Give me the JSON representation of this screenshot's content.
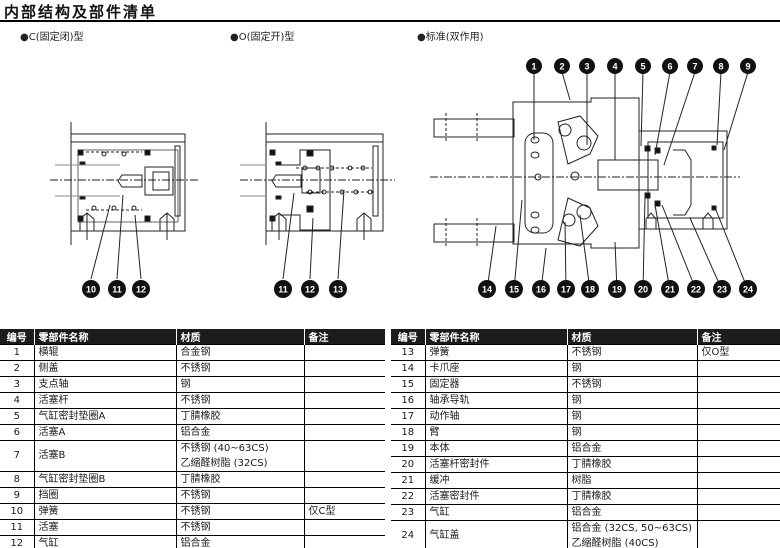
{
  "page_title": "内部结构及部件清单",
  "captions": {
    "c_type": "●C(固定闭)型",
    "o_type": "●O(固定开)型",
    "standard": "●标准(双作用)"
  },
  "diagram_callouts": {
    "c_type": [
      "10",
      "11",
      "12"
    ],
    "o_type": [
      "11",
      "12",
      "13"
    ],
    "standard_top": [
      "1",
      "2",
      "3",
      "4",
      "5",
      "6",
      "7",
      "8",
      "9"
    ],
    "standard_bottom": [
      "14",
      "15",
      "16",
      "17",
      "18",
      "19",
      "20",
      "21",
      "22",
      "23",
      "24"
    ]
  },
  "table_headers": {
    "no": "编号",
    "name": "零部件名称",
    "material": "材质",
    "remark": "备注"
  },
  "parts_left": [
    {
      "no": "1",
      "name": "横辊",
      "material": [
        "合金钢"
      ],
      "remark": ""
    },
    {
      "no": "2",
      "name": "侧盖",
      "material": [
        "不锈钢"
      ],
      "remark": ""
    },
    {
      "no": "3",
      "name": "支点轴",
      "material": [
        "钢"
      ],
      "remark": ""
    },
    {
      "no": "4",
      "name": "活塞杆",
      "material": [
        "不锈钢"
      ],
      "remark": ""
    },
    {
      "no": "5",
      "name": "气缸密封垫圈A",
      "material": [
        "丁腈橡胶"
      ],
      "remark": ""
    },
    {
      "no": "6",
      "name": "活塞A",
      "material": [
        "铝合金"
      ],
      "remark": ""
    },
    {
      "no": "7",
      "name": "活塞B",
      "material": [
        "不锈钢 (40~63CS)",
        "乙缩醛树脂 (32CS)"
      ],
      "remark": ""
    },
    {
      "no": "8",
      "name": "气缸密封垫圈B",
      "material": [
        "丁腈橡胶"
      ],
      "remark": ""
    },
    {
      "no": "9",
      "name": "挡圈",
      "material": [
        "不锈钢"
      ],
      "remark": ""
    },
    {
      "no": "10",
      "name": "弹簧",
      "material": [
        "不锈钢"
      ],
      "remark": "仅C型"
    },
    {
      "no": "11",
      "name": "活塞",
      "material": [
        "不锈钢"
      ],
      "remark": ""
    },
    {
      "no": "12",
      "name": "气缸",
      "material": [
        "铝合金"
      ],
      "remark": ""
    }
  ],
  "parts_right": [
    {
      "no": "13",
      "name": "弹簧",
      "material": [
        "不锈钢"
      ],
      "remark": "仅O型"
    },
    {
      "no": "14",
      "name": "卡爪座",
      "material": [
        "钢"
      ],
      "remark": ""
    },
    {
      "no": "15",
      "name": "固定器",
      "material": [
        "不锈钢"
      ],
      "remark": ""
    },
    {
      "no": "16",
      "name": "轴承导轨",
      "material": [
        "钢"
      ],
      "remark": ""
    },
    {
      "no": "17",
      "name": "动作轴",
      "material": [
        "钢"
      ],
      "remark": ""
    },
    {
      "no": "18",
      "name": "臂",
      "material": [
        "钢"
      ],
      "remark": ""
    },
    {
      "no": "19",
      "name": "本体",
      "material": [
        "铝合金"
      ],
      "remark": ""
    },
    {
      "no": "20",
      "name": "活塞杆密封件",
      "material": [
        "丁腈橡胶"
      ],
      "remark": ""
    },
    {
      "no": "21",
      "name": "缓冲",
      "material": [
        "树脂"
      ],
      "remark": ""
    },
    {
      "no": "22",
      "name": "活塞密封件",
      "material": [
        "丁腈橡胶"
      ],
      "remark": ""
    },
    {
      "no": "23",
      "name": "气缸",
      "material": [
        "铝合金"
      ],
      "remark": ""
    },
    {
      "no": "24",
      "name": "气缸盖",
      "material": [
        "铝合金 (32CS, 50~63CS)",
        "乙缩醛树脂 (40CS)"
      ],
      "remark": ""
    }
  ]
}
